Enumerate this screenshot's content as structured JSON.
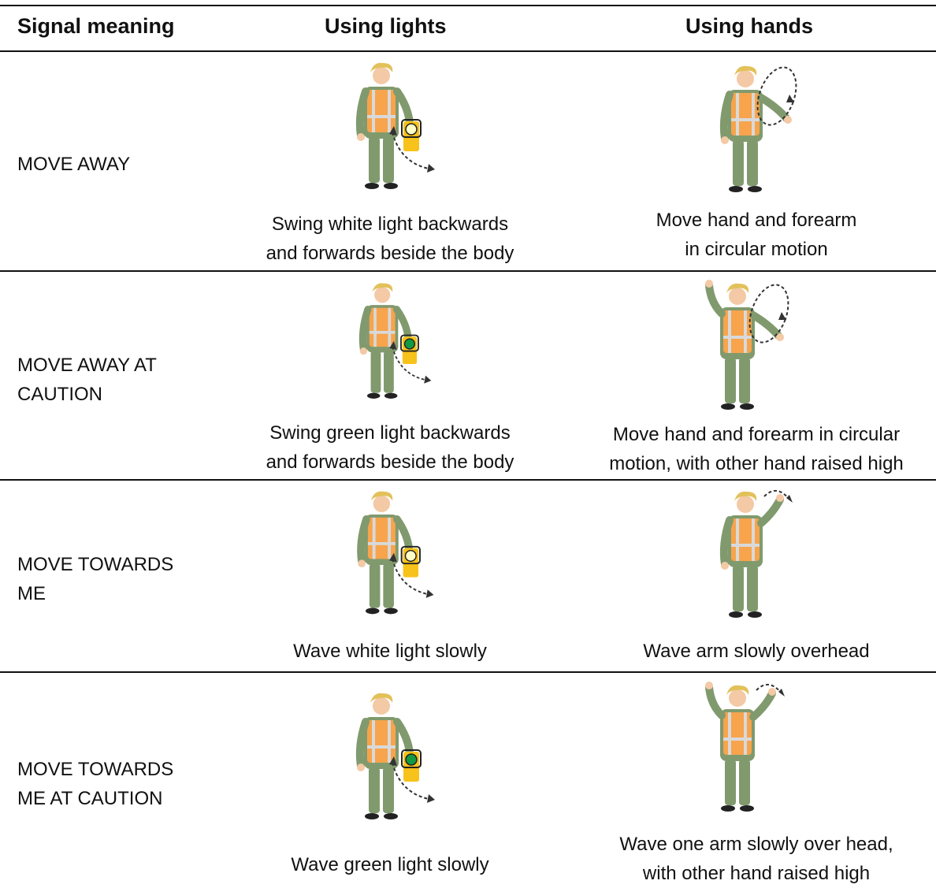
{
  "headers": {
    "meaning": "Signal meaning",
    "lights": "Using lights",
    "hands": "Using hands"
  },
  "rows": [
    {
      "meaning_lines": [
        "MOVE AWAY"
      ],
      "lights_caption": [
        "Swing white light backwards",
        "and forwards beside the body"
      ],
      "hands_caption": [
        "Move hand and forearm",
        "in circular motion"
      ],
      "lamp_color": "#ffffc8"
    },
    {
      "meaning_lines": [
        "MOVE AWAY AT",
        "CAUTION"
      ],
      "lights_caption": [
        "Swing green light backwards",
        "and forwards beside the body"
      ],
      "hands_caption": [
        "Move hand and forearm in circular",
        "motion, with other hand raised high"
      ],
      "lamp_color": "#119944"
    },
    {
      "meaning_lines": [
        "MOVE TOWARDS",
        "ME"
      ],
      "lights_caption": [
        "Wave white light slowly"
      ],
      "hands_caption": [
        "Wave arm slowly overhead"
      ],
      "lamp_color": "#ffffc8"
    },
    {
      "meaning_lines": [
        "MOVE TOWARDS",
        "ME AT CAUTION"
      ],
      "lights_caption": [
        "Wave green light slowly"
      ],
      "hands_caption": [
        "Wave one arm slowly over head,",
        "with other hand raised high"
      ],
      "lamp_color": "#119944"
    }
  ],
  "colors": {
    "rule": "#111111",
    "vest": "#f7a44c",
    "uniform": "#809a6e",
    "skin": "#f3c9a6",
    "hair": "#e2c15a",
    "lamp_body": "#f7c21a"
  }
}
